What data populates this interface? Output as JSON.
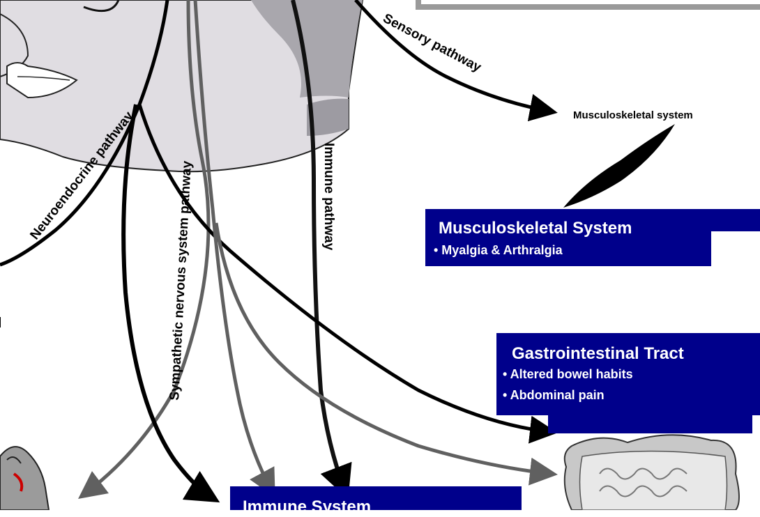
{
  "pathways": {
    "sensory": "Sensory pathway",
    "neuroendocrine": "Neuroendocrine pathway",
    "sympathetic": "Sympathetic nervous system pathway",
    "immune": "Immune pathway"
  },
  "targets": {
    "musculoskeletal_label": "Musculoskeletal system"
  },
  "boxes": {
    "musculoskeletal": {
      "title": "Musculoskeletal System",
      "items": [
        "• Myalgia & Arthralgia"
      ]
    },
    "gastrointestinal": {
      "title": "Gastrointestinal Tract",
      "items": [
        "• Altered bowel habits",
        "• Abdominal pain"
      ]
    },
    "immune": {
      "title": "Immune System"
    }
  },
  "colors": {
    "box_fill": "#00008b",
    "head_fill": "#e0dde2",
    "dark_arrow": "#000000",
    "grey_arrow": "#606060"
  }
}
